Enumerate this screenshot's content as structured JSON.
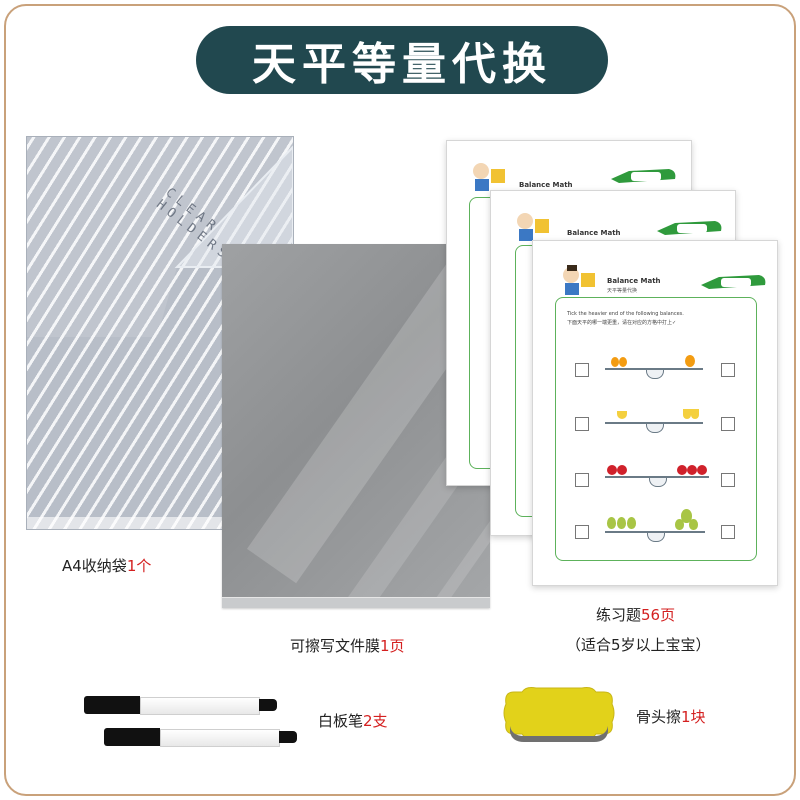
{
  "title": "天平等量代换",
  "bag": {
    "print_text": "CLEAR HOLDERS",
    "caption_prefix": "A4收纳袋",
    "caption_qty": "1个"
  },
  "film": {
    "caption_prefix": "可擦写文件膜",
    "caption_qty": "1页"
  },
  "worksheet": {
    "header_title": "Balance Math",
    "header_sub": "天平等量代换",
    "instruction_en": "Tick the heavier end of the following balances.",
    "instruction_cn": "下面天平的哪一端更重，请在对应的方格中打上",
    "check_mark": "✓",
    "caption_prefix": "练习题",
    "caption_qty": "56页",
    "caption_note": "（适合5岁以上宝宝）",
    "rows": [
      "orange",
      "banana",
      "apple",
      "pear"
    ]
  },
  "markers": {
    "caption_prefix": "白板笔",
    "caption_qty": "2支"
  },
  "eraser": {
    "caption_prefix": "骨头擦",
    "caption_qty": "1块"
  },
  "colors": {
    "title_bg": "#21484f",
    "frame_border": "#c9a17a",
    "accent_red": "#d42020",
    "worksheet_green": "#5db25b",
    "eraser_yellow": "#e2d21a"
  }
}
